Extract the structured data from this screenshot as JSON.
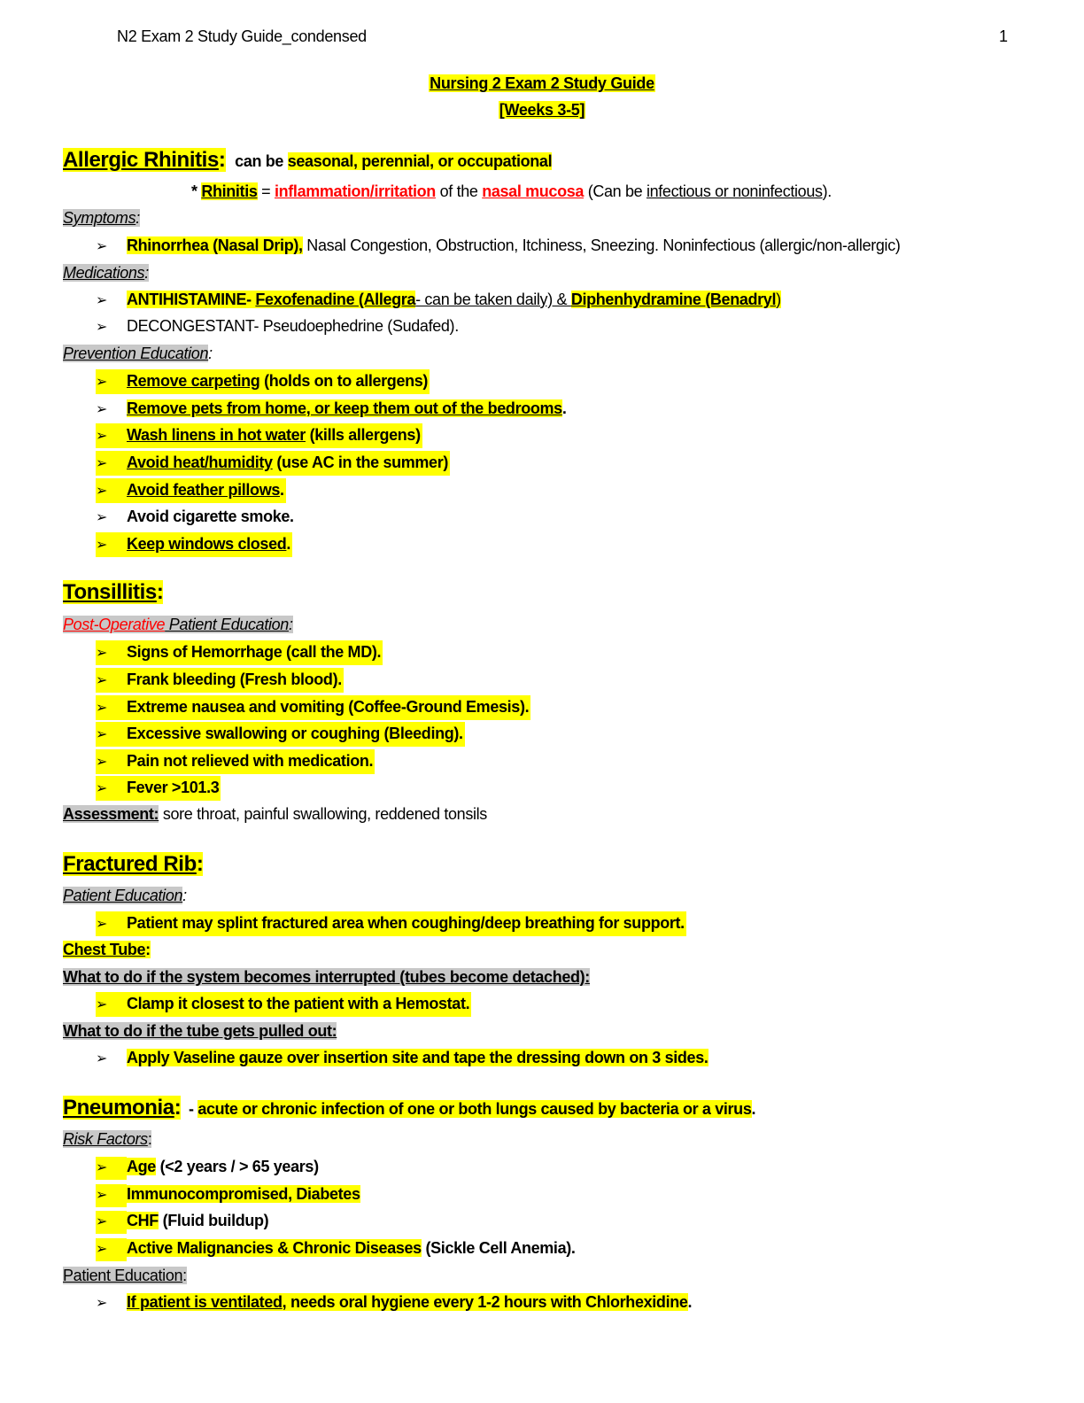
{
  "header": {
    "doc_name": "N2 Exam 2 Study Guide_condensed",
    "page_number": "1"
  },
  "title": {
    "line1": "Nursing 2 Exam 2 Study Guide",
    "line2": "[Weeks 3-5]"
  },
  "bullet_glyph": "➢",
  "allergic_rhinitis": {
    "heading": "Allergic Rhinitis",
    "colon": ":",
    "intro_plain": "can be ",
    "intro_hl": "seasonal, perennial, or occupational",
    "def_star": "* ",
    "def_term": "Rhinitis",
    "def_eq": " = ",
    "def_red1": "inflammation/irritation",
    "def_mid": " of the ",
    "def_red2": "nasal mucosa",
    "def_paren_open": " (Can be ",
    "def_paren_u": "infectious or noninfectious",
    "def_paren_close": ").",
    "symptoms_label": "Symptoms",
    "symptoms_colon": ":",
    "symptoms": [
      {
        "hl": "Rhinorrhea (Nasal Drip),",
        "rest": " Nasal Congestion, Obstruction, Itchiness, Sneezing. Noninfectious (allergic/non-allergic)"
      }
    ],
    "medications_label": "Medications",
    "medications_colon": ":",
    "medications": [
      {
        "a": "ANTIHISTAMINE- ",
        "b": "Fexofenadine (Allegra",
        "c": "- can be taken daily) & ",
        "d": "Diphenhydramine (Benadryl",
        "e": ")"
      },
      {
        "a": "DECONGESTANT- ",
        "b": "Pseudoephedrine (Sudafed)."
      }
    ],
    "prevention_label": "Prevention Education",
    "prevention_colon": ":",
    "prevention": [
      {
        "u": "Remove carpeting",
        "rest": " (holds on to allergens)",
        "hl": true
      },
      {
        "u": "Remove pets from home, or keep them out of the bedrooms",
        "rest": ".",
        "hl": true
      },
      {
        "u": "Wash linens in hot water",
        "rest": " (kills allergens)",
        "hl": true
      },
      {
        "u": "Avoid heat/humidity",
        "rest": " (use AC in the summer)",
        "hl": true
      },
      {
        "u": "Avoid feather pillows",
        "rest": ".",
        "hl": true
      },
      {
        "u": "",
        "rest": "Avoid cigarette smoke.",
        "hl": false
      },
      {
        "u": "Keep windows closed",
        "rest": ".",
        "hl": true
      }
    ]
  },
  "tonsillitis": {
    "heading": "Tonsillitis",
    "colon": ":",
    "postop_red": "Post-Operative",
    "postop_rest": " Patient Education",
    "postop_colon": ":",
    "items": [
      "Signs of Hemorrhage (call the MD).",
      "Frank bleeding (Fresh blood).",
      "Extreme nausea and vomiting (Coffee-Ground Emesis).",
      "Excessive swallowing or coughing (Bleeding).",
      "Pain not relieved with medication.",
      "Fever >101.3"
    ],
    "assessment_label": "Assessment:",
    "assessment_text": " sore throat, painful swallowing, reddened tonsils"
  },
  "fractured_rib": {
    "heading": "Fractured Rib",
    "colon": ":",
    "education_label": "Patient Education",
    "education_colon": ":",
    "education_items": [
      "Patient may splint fractured area when coughing/deep breathing for support."
    ],
    "chest_tube_label": "Chest Tube",
    "chest_tube_colon": ":",
    "interrupted_label": "What to do if the system becomes interrupted (tubes become detached):",
    "interrupted_items": [
      "Clamp it closest to the patient with a Hemostat."
    ],
    "pulled_label": "What to do if the tube gets pulled out:",
    "pulled_items": [
      "Apply Vaseline gauze over insertion site and tape the dressing down on 3 sides."
    ]
  },
  "pneumonia": {
    "heading": "Pneumonia",
    "colon": ":",
    "dash": " - ",
    "definition": "acute or chronic infection of one or both lungs caused by bacteria or a virus",
    "definition_end": ".",
    "risk_label": "Risk Factors",
    "risk_colon": ":",
    "risk_items": [
      {
        "hl": "Age",
        "rest": " (<2 years /  > 65 years)"
      },
      {
        "hl": "Immunocompromised, Diabetes",
        "rest": ""
      },
      {
        "hl": "CHF",
        "rest": " (Fluid buildup)"
      },
      {
        "hl": "Active Malignancies & Chronic Diseases",
        "rest": " (Sickle Cell Anemia)."
      }
    ],
    "education_label": "Patient Education",
    "education_colon": ":",
    "education_items": [
      {
        "hl_u": "If patient is ventilated",
        "hl": ", needs oral hygiene every 1-2 hours with Chlorhexidine",
        "end": "."
      }
    ]
  }
}
